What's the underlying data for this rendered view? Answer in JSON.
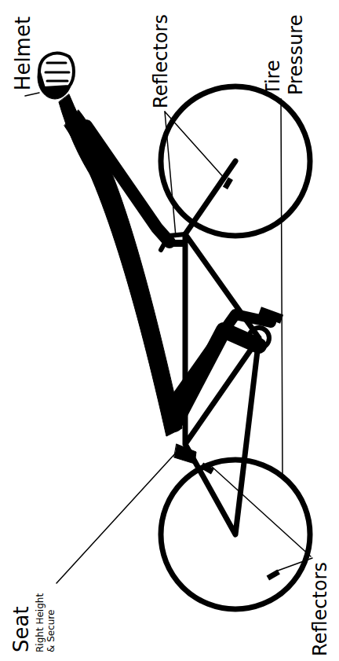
{
  "diagram": {
    "labels": [
      "Helmet",
      "Reflectors",
      "Tire Pressure",
      "Seat",
      "Right Height & Secure",
      "Reflectors"
    ]
  }
}
